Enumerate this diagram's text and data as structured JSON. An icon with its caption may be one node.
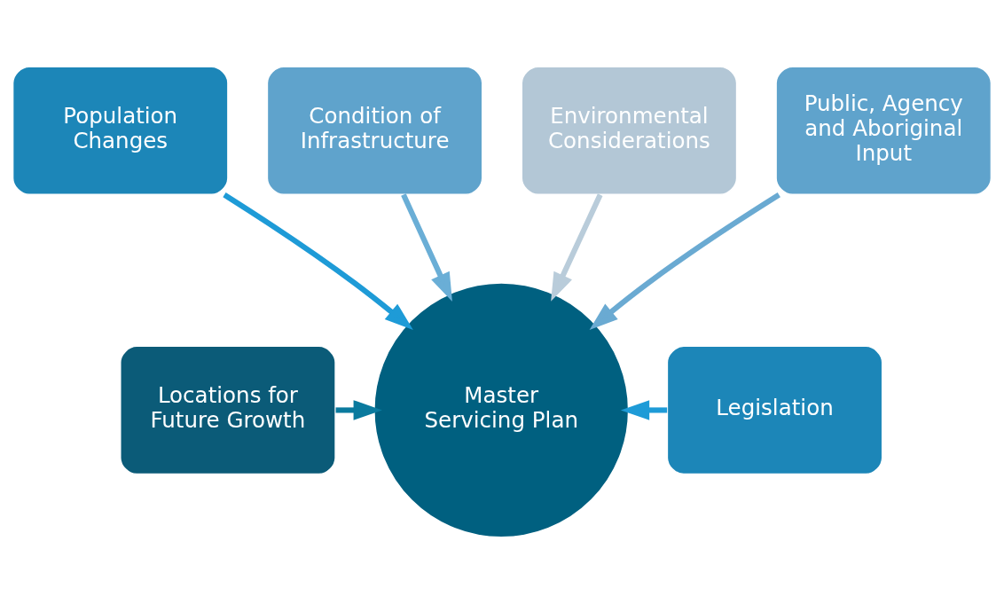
{
  "diagram": {
    "nodes": [
      {
        "text": [
          "Condition of Infrastructure"
        ]
      },
      {
        "text": [
          "Environmental Considerations"
        ]
      },
      {
        "text": [
          "Population Changes"
        ]
      },
      {
        "text": [
          "Public, Agency and Aboriginal Input"
        ]
      },
      {
        "text": [
          "Locations for Future Growth"
        ]
      },
      {
        "text": [
          "Master Servicing Plan"
        ]
      },
      {
        "text": [
          "Legislation"
        ]
      }
    ],
    "edges": [
      {
        "from": 4,
        "to": 5,
        "arrow": "to",
        "color": "#0a7a9e"
      },
      {
        "from": 2,
        "to": 5,
        "arrow": "to",
        "color": "#1e9bd7"
      },
      {
        "from": 0,
        "to": 5,
        "arrow": "to",
        "color": "#6aaed6"
      },
      {
        "from": 1,
        "to": 5,
        "arrow": "to",
        "color": "#b9ccda"
      },
      {
        "from": 3,
        "to": 5,
        "arrow": "to",
        "color": "#6aaad2"
      },
      {
        "from": 6,
        "to": 5,
        "arrow": "to",
        "color": "#1e9bd7"
      }
    ]
  }
}
